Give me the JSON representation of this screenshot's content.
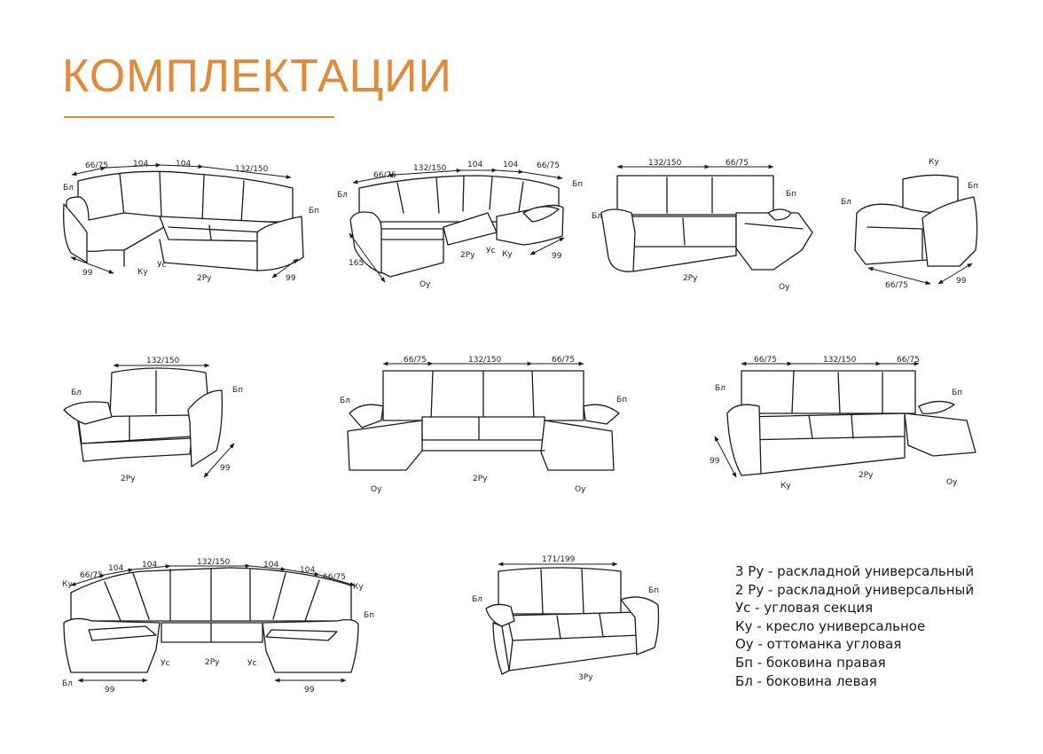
{
  "title": "КОМПЛЕКТАЦИИ",
  "accent_color": "#e08a3c",
  "legend": [
    "3 Ру - раскладной универсальный",
    "2 Ру - раскладной универсальный",
    "Ус - угловая секция",
    "Ку - кресло универсальное",
    "Оу - оттоманка угловая",
    "Бп - боковина правая",
    "Бл - боковина левая"
  ],
  "diagrams": [
    {
      "name": "corner-sofa-1",
      "labels": {
        "d1": "66/75",
        "d2": "104",
        "d3": "104",
        "d4": "132/150",
        "bl": "Бл",
        "bp": "Бп",
        "ku": "Ку",
        "us": "Ус",
        "ru": "2Ру",
        "left_depth": "99",
        "right_depth": "99"
      }
    },
    {
      "name": "corner-sofa-ottoman",
      "labels": {
        "d1": "66/75",
        "d2": "132/150",
        "d3": "104",
        "d4": "104",
        "d5": "66/75",
        "bl": "Бл",
        "bp": "Бп",
        "ou": "Оу",
        "ru": "2Ру",
        "us": "Ус",
        "ku": "Ку",
        "ottoman_len": "165",
        "depth": "99"
      }
    },
    {
      "name": "sofa-with-ottoman",
      "labels": {
        "d1": "132/150",
        "d2": "66/75",
        "bl": "Бл",
        "bp": "Бп",
        "ru": "2Ру",
        "ou": "Оу"
      }
    },
    {
      "name": "armchair",
      "labels": {
        "ku": "Ку",
        "bl": "Бл",
        "bp": "Бп",
        "width": "66/75",
        "depth": "99"
      }
    },
    {
      "name": "two-seat-sofa",
      "labels": {
        "d1": "132/150",
        "bl": "Бл",
        "bp": "Бп",
        "ru": "2Ру",
        "depth": "99"
      }
    },
    {
      "name": "double-ottoman-sofa",
      "labels": {
        "d1": "66/75",
        "d2": "132/150",
        "d3": "66/75",
        "bl": "Бл",
        "bp": "Бп",
        "ou_left": "Оу",
        "ru": "2Ру",
        "ou_right": "Оу"
      }
    },
    {
      "name": "corner-ottoman-sofa-right",
      "labels": {
        "d1": "66/75",
        "d2": "132/150",
        "d3": "66/75",
        "bl": "Бл",
        "bp": "Бп",
        "depth": "99",
        "ku": "Ку",
        "ru": "2Ру",
        "ou": "Оу"
      }
    },
    {
      "name": "u-shaped-sofa",
      "labels": {
        "d1": "66/75",
        "d2": "104",
        "d3": "104",
        "d4": "132/150",
        "d5": "104",
        "d6": "104",
        "d7": "66/75",
        "ku_left": "Ку",
        "ku_right": "Ку",
        "bl": "Бл",
        "bp": "Бп",
        "us_left": "Ус",
        "ru": "2Ру",
        "us_right": "Ус",
        "depth_left": "99",
        "depth_right": "99"
      }
    },
    {
      "name": "three-seat-sofa",
      "labels": {
        "d1": "171/199",
        "bl": "Бл",
        "bp": "Бп",
        "ru": "3Ру"
      }
    }
  ]
}
